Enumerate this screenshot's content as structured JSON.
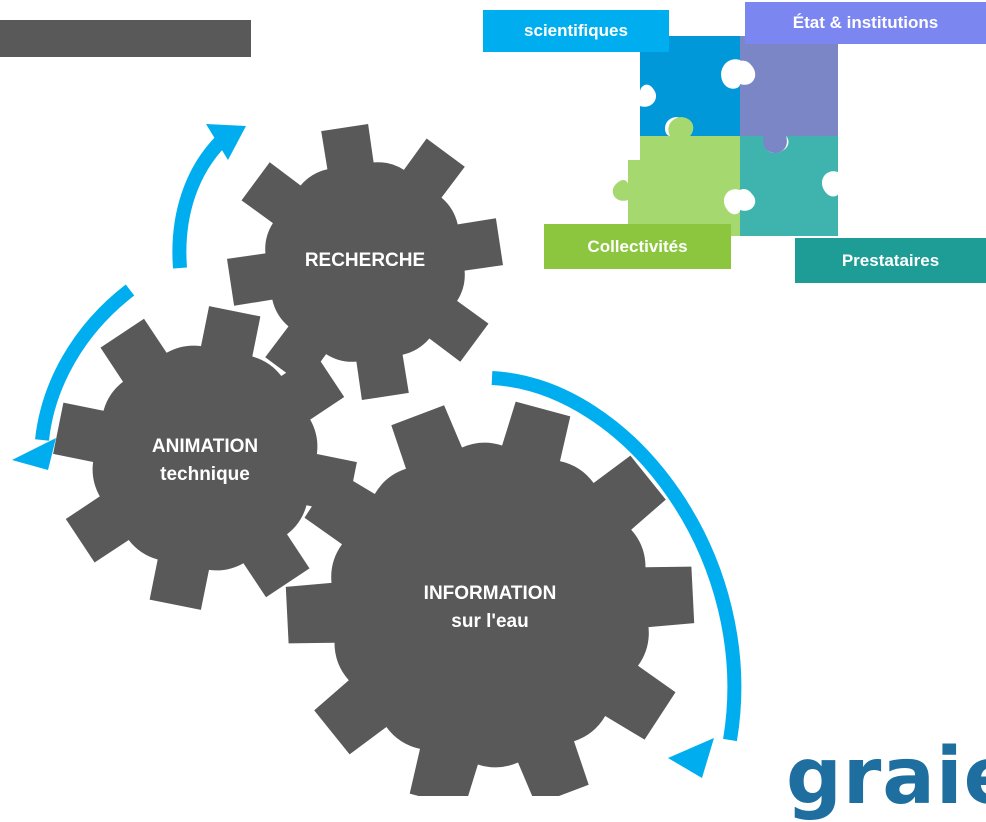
{
  "colors": {
    "gear": "#595959",
    "arrow": "#00aeef",
    "puzzle_blue": "#0098d8",
    "puzzle_purple": "#7b86c7",
    "puzzle_green": "#a5d96f",
    "puzzle_teal": "#3fb3ae",
    "label_scientifiques": "#00aeef",
    "label_etat": "#7b86f0",
    "label_collectivites": "#8cc63f",
    "label_prestataires": "#1e9c96",
    "title_bar": "#595959",
    "logo": "#1e6fa0"
  },
  "gears": {
    "recherche": {
      "label": "RECHERCHE"
    },
    "animation": {
      "line1": "ANIMATION",
      "line2": "technique"
    },
    "information": {
      "line1": "INFORMATION",
      "line2": "sur l'eau"
    }
  },
  "puzzle": {
    "labels": {
      "scientifiques": "scientifiques",
      "etat": "État & institutions",
      "collectivites": "Collectivités",
      "prestataires": "Prestataires"
    }
  },
  "logo": {
    "text": "graie"
  }
}
